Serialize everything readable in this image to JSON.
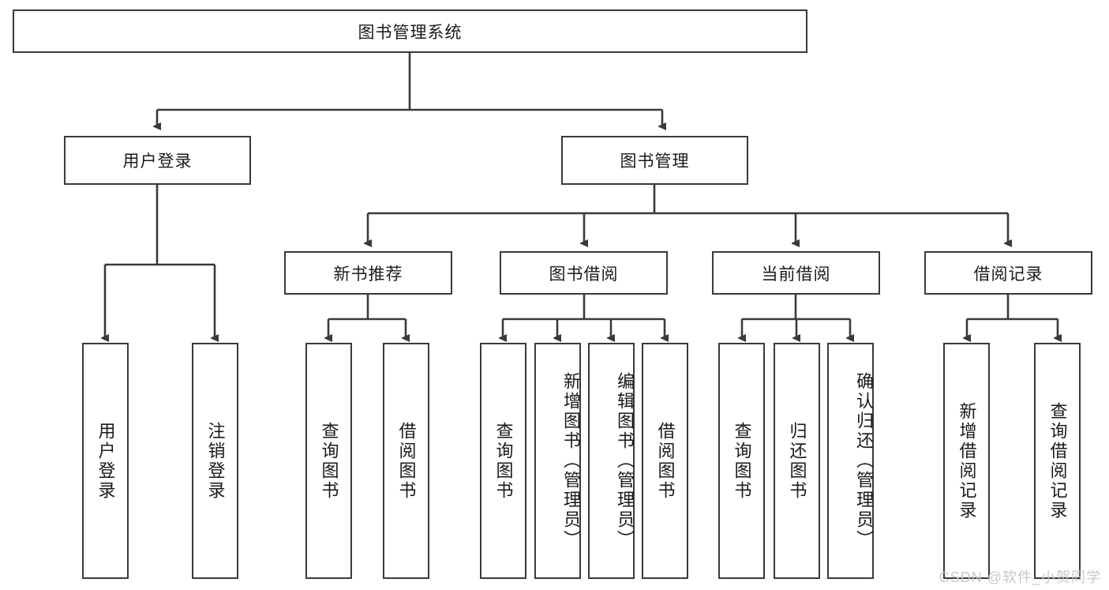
{
  "diagram": {
    "title": "图书管理系统",
    "watermark": "CSDN @软件_小贺同学",
    "accent_color": "#3a3a3a",
    "background_color": "#ffffff",
    "text_color": "#1a1a1a",
    "watermark_color": "#c9c9c9",
    "levels": {
      "root": {
        "label": "图书管理系统"
      },
      "level2": [
        {
          "label": "用户登录"
        },
        {
          "label": "图书管理"
        }
      ],
      "level3": [
        {
          "label": "新书推荐"
        },
        {
          "label": "图书借阅"
        },
        {
          "label": "当前借阅"
        },
        {
          "label": "借阅记录"
        }
      ],
      "leaves": {
        "user_login": [
          {
            "label": "用户登录"
          },
          {
            "label": "注销登录"
          }
        ],
        "new_book_recommend": [
          {
            "label": "查询图书"
          },
          {
            "label": "借阅图书"
          }
        ],
        "book_borrow": [
          {
            "label": "查询图书"
          },
          {
            "label": "新增图书（管理员）"
          },
          {
            "label": "编辑图书（管理员）"
          },
          {
            "label": "借阅图书"
          }
        ],
        "current_borrow": [
          {
            "label": "查询图书"
          },
          {
            "label": "归还图书"
          },
          {
            "label": "确认归还（管理员）"
          }
        ],
        "borrow_record": [
          {
            "label": "新增借阅记录"
          },
          {
            "label": "查询借阅记录"
          }
        ]
      }
    }
  }
}
